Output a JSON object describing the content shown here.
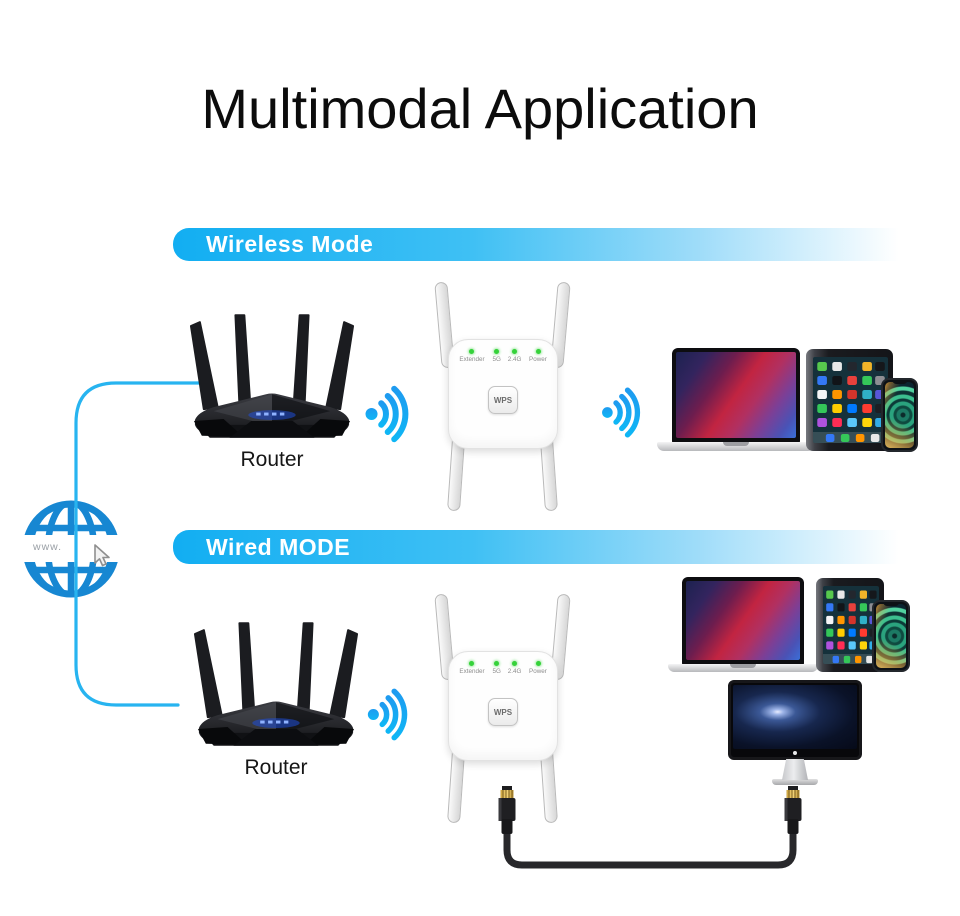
{
  "title": "Multimodal Application",
  "globe": {
    "label": "www."
  },
  "sections": [
    {
      "id": "wireless",
      "banner_label": "Wireless Mode",
      "router_label": "Router"
    },
    {
      "id": "wired",
      "banner_label": "Wired MODE",
      "router_label": "Router"
    }
  ],
  "extender": {
    "led_labels": [
      "Extender",
      "5G",
      "2.4G",
      "Power"
    ],
    "button_label": "WPS"
  },
  "icons": {
    "globe": "globe-internet-icon",
    "cursor": "mouse-cursor-icon",
    "wifi": "wifi-signal-icon"
  },
  "colors": {
    "banner_blue": "#12aef2",
    "line_cyan": "#27b4f0",
    "wifi_blue": "#1e9ff0",
    "globe_blue": "#1787d2",
    "led_green": "#35d23a",
    "title_black": "#0c0c0c"
  }
}
